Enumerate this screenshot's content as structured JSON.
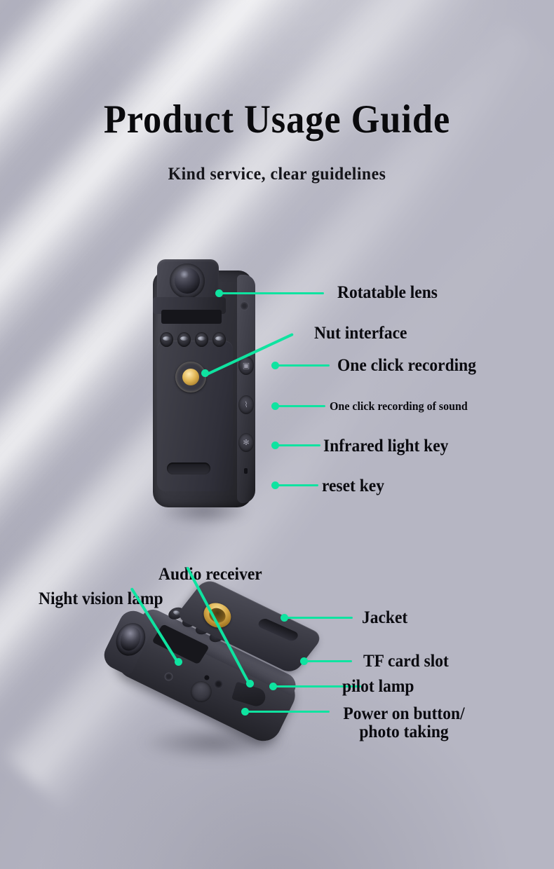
{
  "header": {
    "title": "Product Usage Guide",
    "subtitle": "Kind service, clear guidelines"
  },
  "theme": {
    "accent": "#0fe3a0",
    "background": "#b6b6c3",
    "text": "#0b0b10",
    "device_body": "#33333b",
    "nut_gold": "#d8ae4e"
  },
  "upper_device": {
    "name": "body camera front view",
    "labels": [
      {
        "id": "rotatable-lens",
        "text": "Rotatable lens",
        "size": "big"
      },
      {
        "id": "nut-interface",
        "text": "Nut interface",
        "size": "big"
      },
      {
        "id": "one-click-recording",
        "text": "One click recording",
        "size": "big"
      },
      {
        "id": "one-click-recording-sound",
        "text": "One click recording of sound",
        "size": "small"
      },
      {
        "id": "infrared-light-key",
        "text": "Infrared light key",
        "size": "big"
      },
      {
        "id": "reset-key",
        "text": "reset key",
        "size": "big"
      }
    ],
    "button_icons": [
      "video-record-icon",
      "microphone-icon",
      "infrared-light-icon"
    ]
  },
  "lower_device": {
    "name": "body camera angled view with jacket clip",
    "labels": [
      {
        "id": "audio-receiver",
        "text": "Audio receiver",
        "size": "big"
      },
      {
        "id": "night-vision-lamp",
        "text": "Night vision lamp",
        "size": "big"
      },
      {
        "id": "jacket",
        "text": "Jacket",
        "size": "big"
      },
      {
        "id": "tf-card-slot",
        "text": "TF card slot",
        "size": "big"
      },
      {
        "id": "pilot-lamp",
        "text": "pilot lamp",
        "size": "big"
      },
      {
        "id": "power-on-button-line1",
        "text": "Power on button/",
        "size": "big"
      },
      {
        "id": "power-on-button-line2",
        "text": "photo taking",
        "size": "big"
      }
    ]
  }
}
